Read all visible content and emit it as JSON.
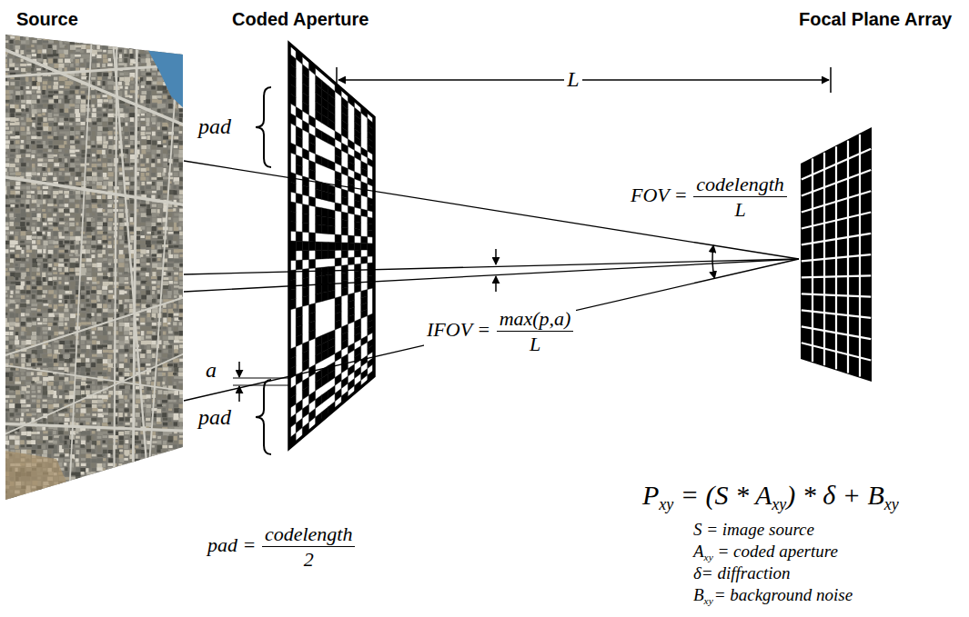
{
  "diagram": {
    "nodes": [
      {
        "text": [
          "Source"
        ]
      },
      {
        "text": [
          "Coded Aperture"
        ]
      },
      {
        "text": [
          "Focal Plane Array"
        ]
      }
    ],
    "edges": [
      {
        "from": 0,
        "to": 2,
        "arrow": "none"
      },
      {
        "from": 0,
        "to": 2,
        "arrow": "none"
      },
      {
        "from": 0,
        "to": 2,
        "arrow": "none"
      },
      {
        "from": 0,
        "to": 2,
        "arrow": "none"
      }
    ],
    "labels": [
      "pad",
      "pad",
      "a",
      "pad =",
      "codelength",
      "2",
      "L",
      "FOV =",
      "codelength",
      "L",
      "IFOV =",
      "max(p,a)",
      "L",
      "P",
      "xy",
      "= (S * A",
      "xy",
      ") * δ + B",
      "xy",
      "S = image source",
      "A",
      "xy",
      "= coded aperture",
      "δ= diffraction",
      "B",
      "xy",
      "= background noise"
    ]
  }
}
